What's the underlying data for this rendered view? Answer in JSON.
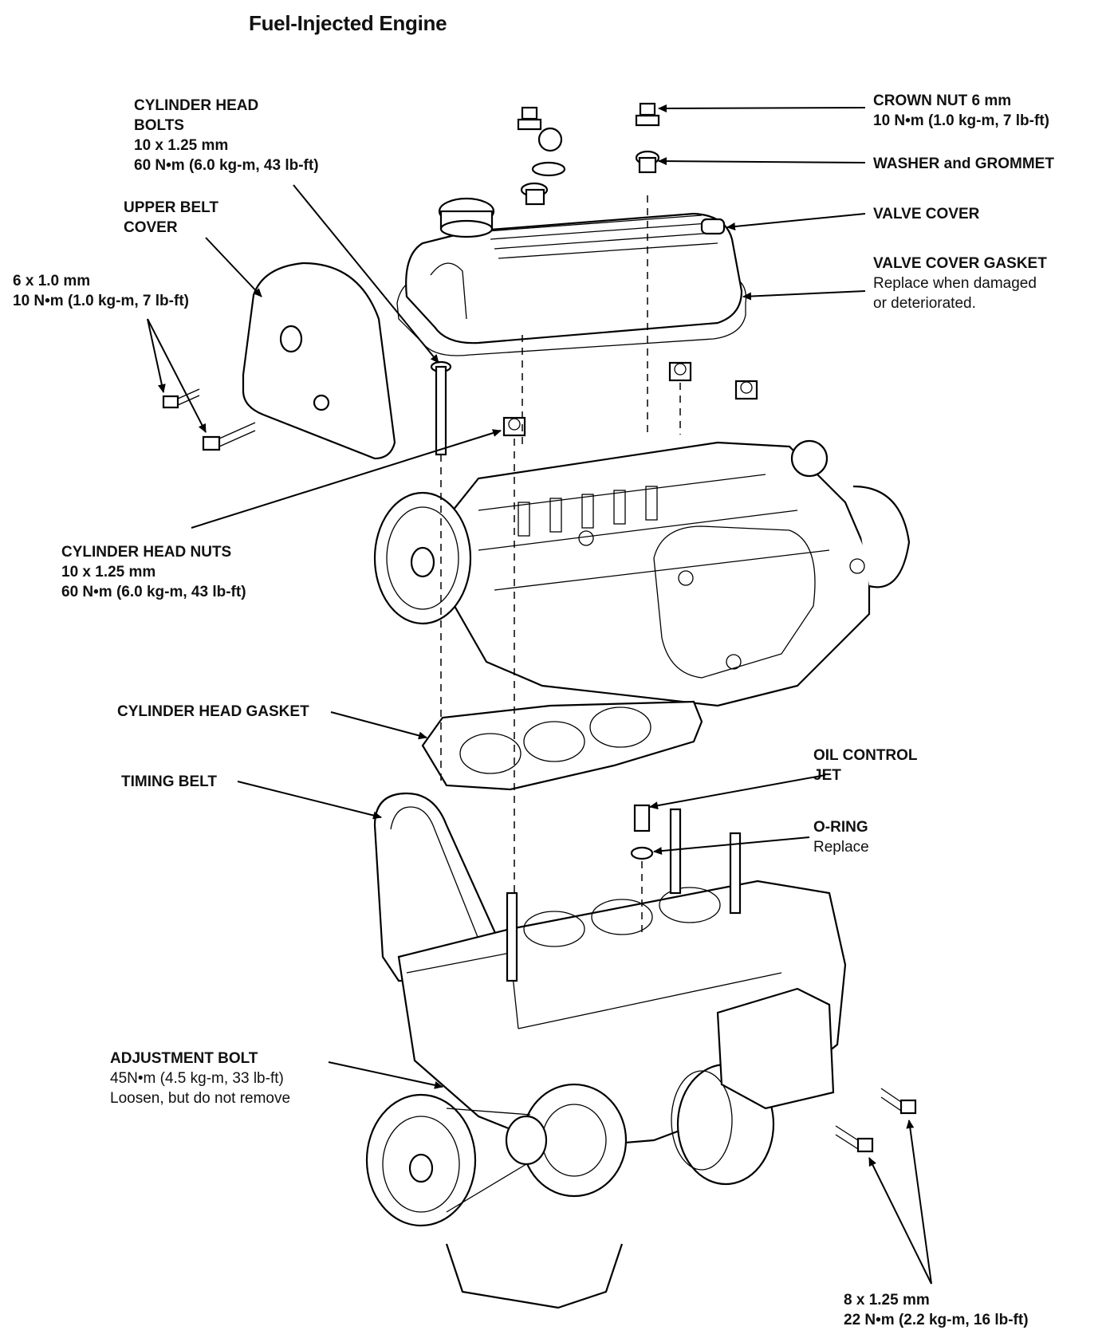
{
  "title": "Fuel-Injected Engine",
  "labels": {
    "cyl_head_bolts": [
      "CYLINDER HEAD",
      "BOLTS",
      "10 x 1.25 mm",
      "60 N•m (6.0 kg-m, 43 lb-ft)"
    ],
    "upper_belt_cover": [
      "UPPER BELT",
      "COVER"
    ],
    "cover_bolts": [
      "6 x 1.0 mm",
      "10 N•m (1.0 kg-m, 7 lb-ft)"
    ],
    "crown_nut": [
      "CROWN NUT 6 mm",
      "10 N•m (1.0 kg-m, 7 lb-ft)"
    ],
    "washer_grommet": [
      "WASHER and GROMMET"
    ],
    "valve_cover": [
      "VALVE COVER"
    ],
    "valve_cover_gasket": [
      "VALVE COVER GASKET",
      "Replace when damaged",
      "or deteriorated."
    ],
    "cyl_head_nuts": [
      "CYLINDER HEAD NUTS",
      "10 x 1.25 mm",
      "60 N•m (6.0 kg-m, 43 lb-ft)"
    ],
    "cyl_head_gasket": [
      "CYLINDER HEAD GASKET"
    ],
    "timing_belt": [
      "TIMING BELT"
    ],
    "oil_control_jet": [
      "OIL CONTROL",
      "JET"
    ],
    "o_ring": [
      "O-RING",
      "Replace"
    ],
    "adjustment_bolt": [
      "ADJUSTMENT BOLT",
      "45N•m (4.5 kg-m, 33 lb-ft)",
      "Loosen, but do not remove"
    ],
    "mount_bolts": [
      "8 x 1.25 mm",
      "22 N•m (2.2 kg-m, 16 lb-ft)"
    ]
  }
}
